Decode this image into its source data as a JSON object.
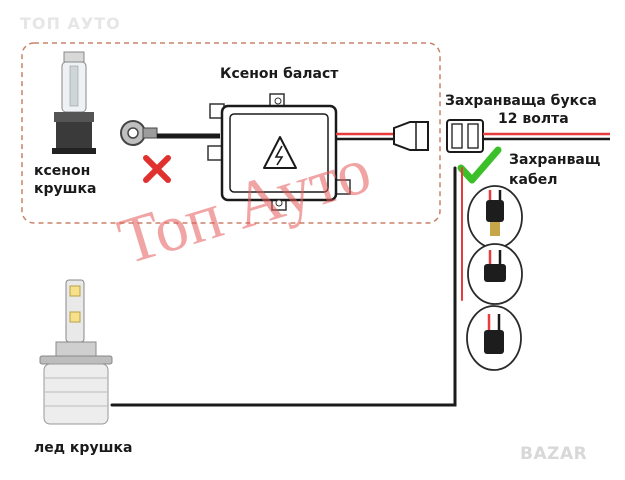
{
  "watermark_top": "ТОП АУТО",
  "watermark_center": "Топ Ауто",
  "labels": {
    "ballast": "Ксенон баласт",
    "xenon_bulb_line1": "ксенон",
    "xenon_bulb_line2": "крушка",
    "power_socket_line1": "Захранваща букса",
    "power_socket_line2": "12 волта",
    "power_cable_line1": "Захранващ",
    "power_cable_line2": "кабел",
    "led_bulb": "лед крушка"
  },
  "marketplace_logo": "BAZAR",
  "colors": {
    "dashed_border": "#c8826a",
    "cross": "#e0312f",
    "check": "#3cc02a",
    "wire_red": "#e63c3c",
    "wire_dark": "#1a1a1a"
  },
  "icons": [
    "cross-icon",
    "check-icon",
    "lightning-icon"
  ]
}
